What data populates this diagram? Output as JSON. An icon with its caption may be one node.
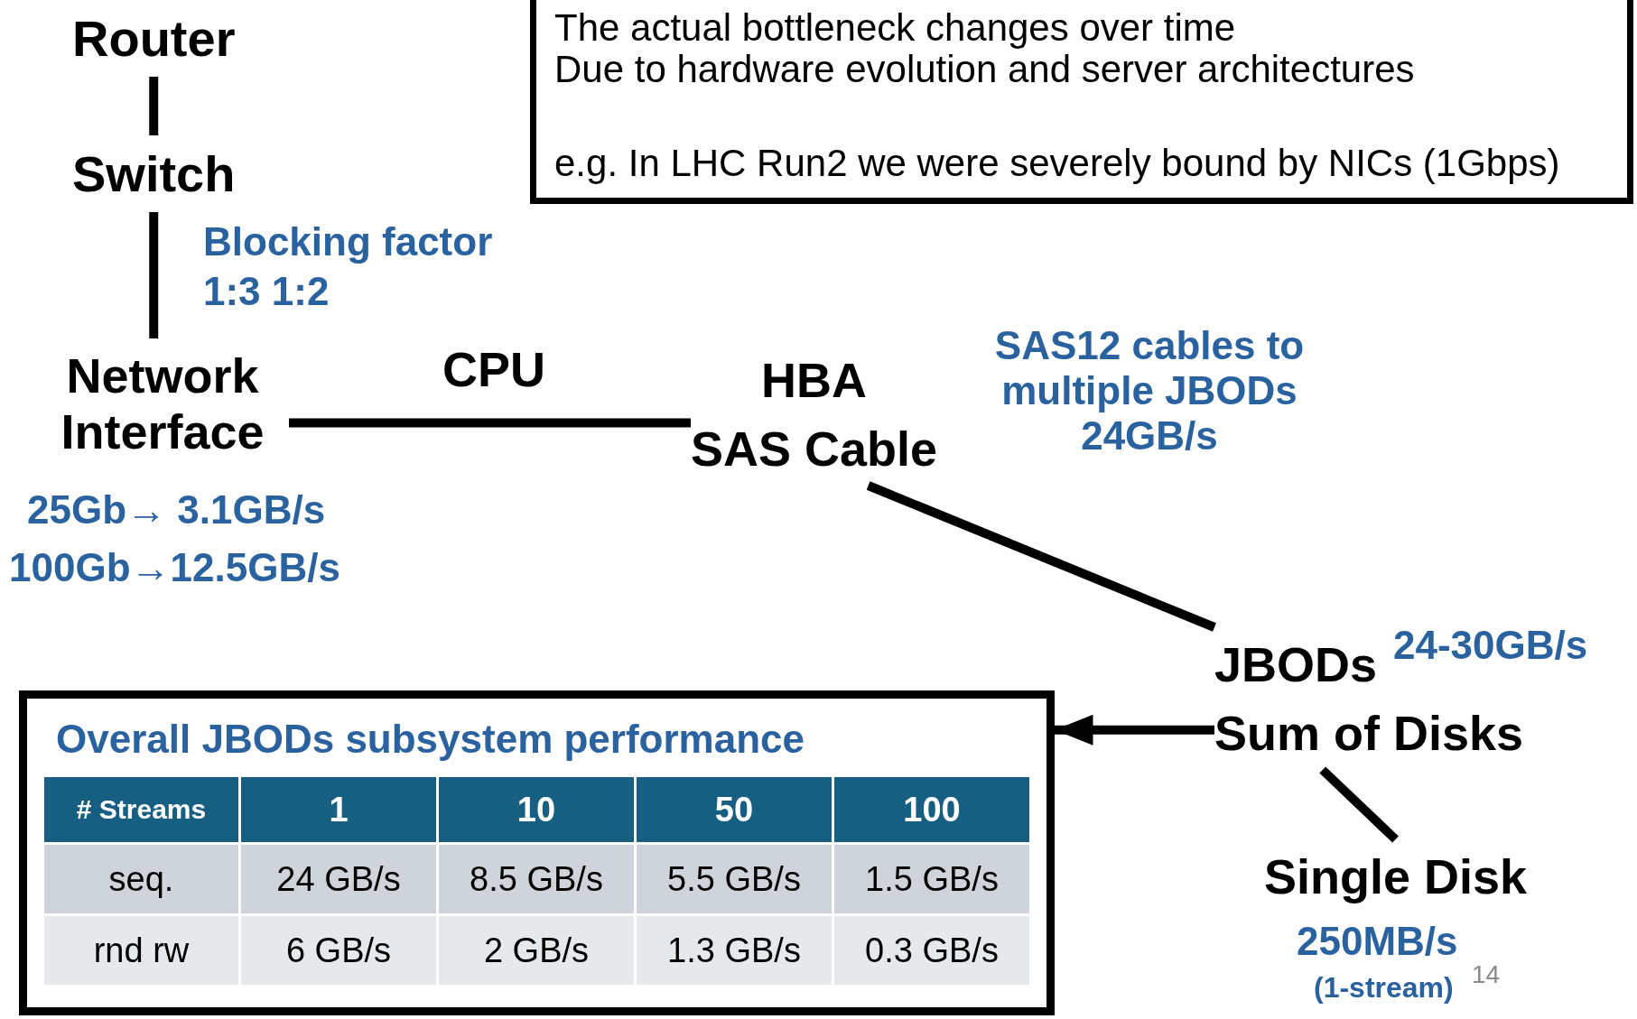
{
  "diagram": {
    "nodes": [
      {
        "text": [
          "Router"
        ]
      },
      {
        "text": [
          "The actual bottleneck changes over time",
          "Due to hardware evolution and server architectures",
          "e.g. In LHC Run2 we were severely bound by NICs (1Gbps)"
        ]
      },
      {
        "text": [
          "Switch"
        ]
      },
      {
        "text": [
          "Network Interface"
        ],
        "beside": [
          "25Gb→ 3.1GB/s",
          "100Gb→12.5GB/s"
        ]
      },
      {
        "text": [
          "HBA",
          "SAS Cable"
        ],
        "beside": [
          "SAS12 cables to multiple JBODs 24GB/s"
        ]
      },
      {
        "text": [
          "JBODs",
          "Sum of Disks"
        ],
        "beside": [
          "24-30GB/s"
        ]
      },
      {
        "text": [
          "Overall JBODs subsystem performance"
        ]
      },
      {
        "text": [
          "Single Disk"
        ],
        "beside": [
          "250MB/s",
          "(1-stream)"
        ]
      }
    ],
    "edges": [
      {
        "from": 0,
        "to": 2,
        "arrow": "none"
      },
      {
        "from": 2,
        "to": 3,
        "arrow": "none",
        "label": "Blocking factor 1:3 1:2"
      },
      {
        "from": 3,
        "to": 4,
        "arrow": "none",
        "label": "CPU"
      },
      {
        "from": 4,
        "to": 5,
        "arrow": "none"
      },
      {
        "from": 5,
        "to": 6,
        "arrow": "to"
      },
      {
        "from": 5,
        "to": 7,
        "arrow": "none"
      }
    ],
    "labels": [
      "# Streams",
      "1",
      "10",
      "50",
      "100",
      "seq.",
      "24 GB/s",
      "8.5 GB/s",
      "5.5 GB/s",
      "1.5 GB/s",
      "rnd rw",
      "6 GB/s",
      "2 GB/s",
      "1.3 GB/s",
      "0.3 GB/s",
      "14"
    ]
  }
}
